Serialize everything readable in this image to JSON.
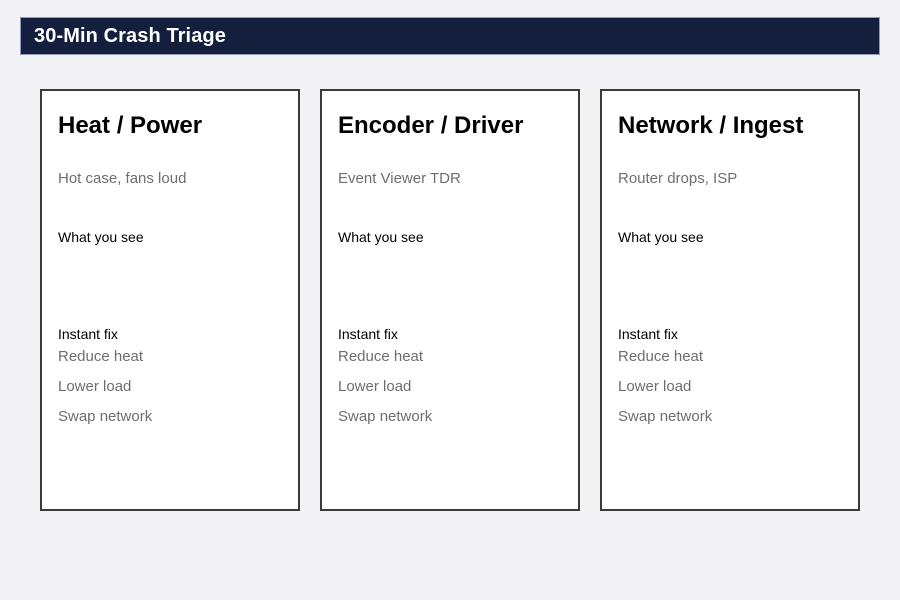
{
  "header": {
    "title": "30-Min Crash Triage",
    "bar_color": "#141f3d",
    "title_color": "#ffffff"
  },
  "page": {
    "background_color": "#f3f3f5",
    "muted_text_color": "#6e6e6e",
    "card_border_color": "#3a3a3a"
  },
  "cards": [
    {
      "title": "Heat / Power",
      "subtitle": "Hot case, fans loud",
      "sections": [
        {
          "heading": "What you see",
          "items": []
        },
        {
          "heading": "Instant fix",
          "items": [
            "Reduce heat",
            "Lower load",
            "Swap network"
          ]
        }
      ]
    },
    {
      "title": "Encoder / Driver",
      "subtitle": "Event Viewer TDR",
      "sections": [
        {
          "heading": "What you see",
          "items": []
        },
        {
          "heading": "Instant fix",
          "items": [
            "Reduce heat",
            "Lower load",
            "Swap network"
          ]
        }
      ]
    },
    {
      "title": "Network / Ingest",
      "subtitle": "Router drops, ISP",
      "sections": [
        {
          "heading": "What you see",
          "items": []
        },
        {
          "heading": "Instant fix",
          "items": [
            "Reduce heat",
            "Lower load",
            "Swap network"
          ]
        }
      ]
    }
  ]
}
